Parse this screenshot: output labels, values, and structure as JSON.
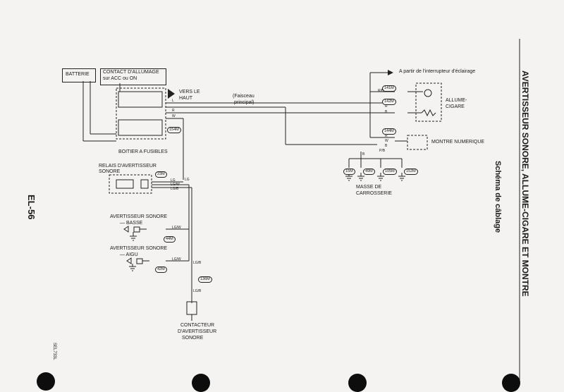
{
  "page_code": "EL-56",
  "side_code": "SEL733L",
  "title_main": "AVERTISSEUR SONORE, ALLUME-CIGARE ET MONTRE",
  "title_sub": "Schéma de câblage",
  "labels": {
    "batterie": "BATTERIE",
    "contact_l1": "CONTACT D'ALLUMAGE",
    "contact_l2": "sur ACC ou ON",
    "vers_le": "VERS LE",
    "haut": "HAUT",
    "boitier": "BOITIER A FUSIBLES",
    "faisceau_l1": "(Faisceau",
    "faisceau_l2": "principal)",
    "interrupteur": "A partir de l'interrupteur d'éclairage",
    "allume_l1": "ALLUME-",
    "allume_l2": "CIGARE",
    "montre": "MONTRE NUMERIQUE",
    "masse_l1": "MASSE DE",
    "masse_l2": "CARROSSERIE",
    "relais_l1": "RELAIS D'AVERTISSEUR",
    "relais_l2": "SONORE",
    "avert_basse_l1": "AVERTISSEUR SONORE",
    "avert_basse_l2": "— BASSE",
    "avert_aigu_l1": "AVERTISSEUR SONORE",
    "avert_aigu_l2": "— AIGU",
    "contacteur_l1": "CONTACTEUR",
    "contacteur_l2": "D'AVERTISSEUR",
    "contacteur_l3": "SONORE"
  },
  "connectors": {
    "c154": "154M",
    "c141": "141M",
    "c142": "142M",
    "c144": "144M",
    "c15": "15M",
    "c49": "49M",
    "c105": "105M",
    "c152": "152M",
    "c23": "23M",
    "c44": "44M",
    "c42": "42M",
    "c136": "136M"
  },
  "wire_colors": {
    "w_l": "L",
    "w_r1": "R",
    "w_w": "W",
    "w_rb1": "R/B",
    "w_r2": "R",
    "w_b1": "B",
    "w_r3": "R",
    "w_w2": "W",
    "w_b2": "B",
    "w_pb": "P/B",
    "w_b3": "B",
    "w_lg1": "LG",
    "w_lg2": "LG",
    "w_lgw1": "LG/W",
    "w_lgb1": "LG/B",
    "w_lgw2": "LG/W",
    "w_lgw3": "LG/W",
    "w_lgb2": "LG/B",
    "w_lgb3": "LG/B"
  },
  "colors": {
    "ink": "#1a1a1a",
    "paper": "#f4f3f1",
    "hole": "#0d0d0d"
  }
}
